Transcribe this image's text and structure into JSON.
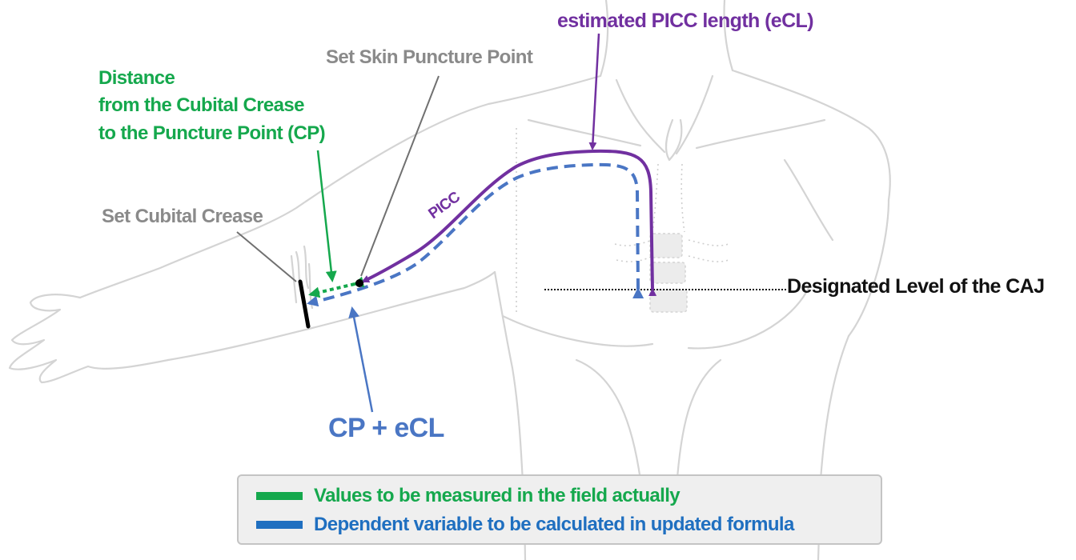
{
  "labels": {
    "ecl": "estimated PICC length (eCL)",
    "skin_puncture": "Set Skin Puncture Point",
    "distance_line1": "Distance",
    "distance_line2": "from the Cubital Crease",
    "distance_line3": "to the Puncture Point (CP)",
    "cubital_crease": "Set Cubital Crease",
    "picc": "PICC",
    "caj_level": "Designated Level of the CAJ",
    "cp_ecl": "CP + eCL"
  },
  "legend": {
    "measured": {
      "text": "Values to be measured in the field actually",
      "color": "#15a84d"
    },
    "calculated": {
      "text": "Dependent variable to be calculated in updated formula",
      "color": "#1f6fc0"
    }
  },
  "colors": {
    "outline": "#d4d4d4",
    "green": "#15a84d",
    "purple": "#7130a0",
    "blue": "#4a76c4",
    "grey_text": "#8a8a8a"
  }
}
